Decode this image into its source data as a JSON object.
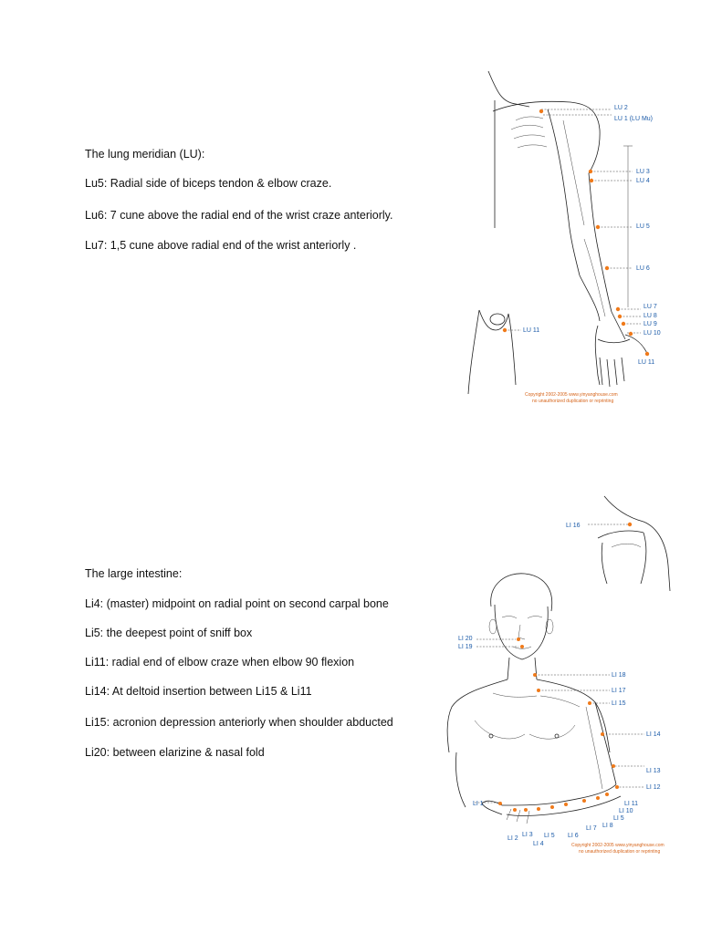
{
  "lung": {
    "heading": "The lung meridian (LU):",
    "lines": [
      "Lu5: Radial side of biceps tendon & elbow craze.",
      "Lu6:  7 cune above the radial end of the wrist craze anteriorly.",
      " Lu7: 1,5 cune above radial end of the wrist anteriorly ."
    ],
    "figure_labels": [
      "LU 2",
      "LU 1 (LU Mu)",
      "LU 3",
      "LU 4",
      "LU 5",
      "LU 6",
      "LU 7",
      "LU 8",
      "LU 9",
      "LU 10",
      "LU 11",
      "LU 11"
    ],
    "copyright": [
      "Copyright 2002-2005 www.yinyanghouse.com",
      "no unauthorized duplication or reprinting"
    ]
  },
  "large_intestine": {
    "heading": "The large intestine:",
    "lines": [
      "Li4: (master) midpoint on radial point on second carpal bone",
      "Li5: the deepest point of sniff box",
      "Li11: radial end of elbow craze when elbow 90 flexion",
      "Li14:  At deltoid insertion between Li15 & Li11",
      "Li15: acronion depression anteriorly   when shoulder abducted",
      "Li20: between elarizine & nasal fold"
    ],
    "figure_labels": [
      "LI 16",
      "LI 20",
      "LI 19",
      "LI 18",
      "LI 17",
      "LI 15",
      "LI 14",
      "LI 13",
      "LI 12",
      "LI 11",
      "LI 10",
      "LI 5",
      "LI 8",
      "LI 7",
      "LI 1",
      "LI 2",
      "LI 3",
      "LI 4",
      "LI 5",
      "LI 6"
    ],
    "copyright": [
      "Copyright 2002-2005 www.yinyanghouse.com",
      "no unauthorized duplication or reprinting"
    ]
  }
}
